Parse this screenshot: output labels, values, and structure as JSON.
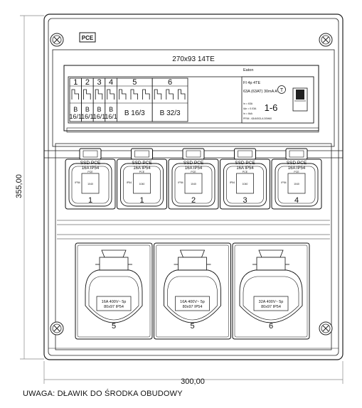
{
  "drawing": {
    "dim_height": "355,00",
    "dim_width": "300,00",
    "logo": "PCE",
    "rail_label": "270x93 14TE",
    "note": "UWAGA: DŁAWIK DO ŚRODKA OBUDOWY"
  },
  "breakers": [
    {
      "num": "1",
      "rating": "B\n16/1"
    },
    {
      "num": "2",
      "rating": "B\n16/1"
    },
    {
      "num": "3",
      "rating": "B\n16/1"
    },
    {
      "num": "4",
      "rating": "B\n16/1"
    },
    {
      "num": "5",
      "rating": "B 16/3"
    },
    {
      "num": "6",
      "rating": "B 32/3"
    }
  ],
  "rcd": {
    "brand": "Eaton",
    "type": "FI 4p 4TE",
    "spec": "63A (63AT) 30mA A",
    "circuits": "1-6",
    "small1": "In = 63A",
    "small2": "IΔn = 0.03A",
    "small3": "In = 6kA",
    "small4": "PFIM - 63/4/003-A 3SH60"
  },
  "sockets_small": [
    {
      "brand": "SSD PCE",
      "rating": "16A IP54",
      "label": "1"
    },
    {
      "brand": "SSD PCE",
      "rating": "16A IP54",
      "label": "1"
    },
    {
      "brand": "SSD PCE",
      "rating": "16A IP54",
      "label": "2"
    },
    {
      "brand": "SSD PCE",
      "rating": "16A IP54",
      "label": "3"
    },
    {
      "brand": "SSD PCE",
      "rating": "16A IP54",
      "label": "4"
    }
  ],
  "socket_inner": {
    "line1": "PCE",
    "line2": "IP54",
    "line3": "1040"
  },
  "sockets_large": [
    {
      "spec1": "16A 400V~ 5p",
      "spec2": "80x97 IP54",
      "label": "5"
    },
    {
      "spec1": "16A 400V~ 5p",
      "spec2": "80x97 IP54",
      "label": "5"
    },
    {
      "spec1": "32A 400V~ 5p",
      "spec2": "80x97 IP54",
      "label": "6"
    }
  ]
}
